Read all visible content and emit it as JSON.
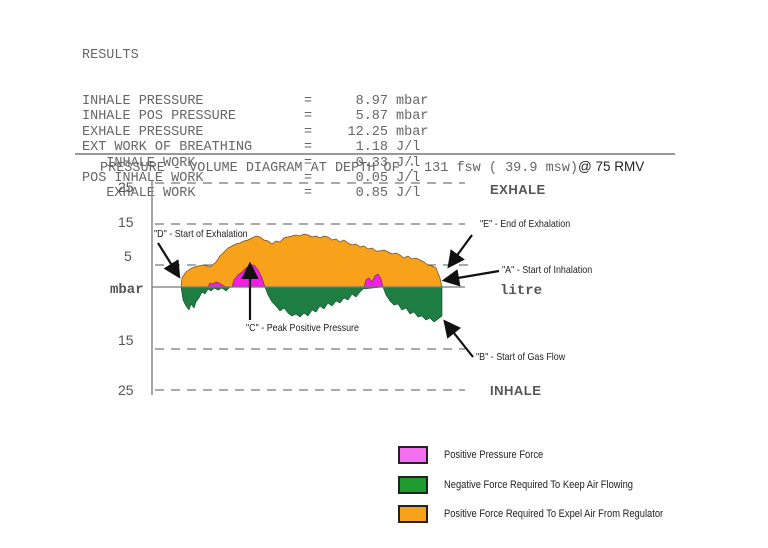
{
  "results": {
    "heading": "RESULTS",
    "rows": [
      {
        "label": "INHALE PRESSURE",
        "eq": "=",
        "value": "8.97",
        "unit": "mbar"
      },
      {
        "label": "INHALE POS PRESSURE",
        "eq": "=",
        "value": "5.87",
        "unit": "mbar"
      },
      {
        "label": "EXHALE PRESSURE",
        "eq": "=",
        "value": "12.25",
        "unit": "mbar"
      },
      {
        "label": "EXT WORK OF BREATHING",
        "eq": "=",
        "value": "1.18",
        "unit": "J/l"
      },
      {
        "label": "   INHALE WORK",
        "eq": "=",
        "value": "0.33",
        "unit": "J/l"
      },
      {
        "label": "POS INHALE WORK",
        "eq": "=",
        "value": "0.05",
        "unit": "J/l"
      },
      {
        "label": "   EXHALE WORK",
        "eq": "=",
        "value": "0.85",
        "unit": "J/l"
      }
    ]
  },
  "chart": {
    "title": "PRESSURE - VOLUME DIAGRAM AT DEPTH OF : 131 fsw ( 39.9 msw)",
    "title_suffix": "@ 75 RMV",
    "y_tick_labels": [
      "25",
      "15",
      "5",
      "mbar",
      "15",
      "25"
    ],
    "x_axis_label": "litre",
    "exhale_label": "EXHALE",
    "inhale_label": "INHALE",
    "annotations": {
      "D": "\"D\" - Start of Exhalation",
      "E": "\"E\" - End of Exhalation",
      "A": "\"A\" - Start of  Inhalation",
      "C": "\"C\" - Peak Positive Pressure",
      "B": "\"B\" - Start of Gas Flow"
    }
  },
  "legend": [
    {
      "label": "Positive Pressure Force",
      "color": "#f46ef0"
    },
    {
      "label": "Negative Force Required To Keep Air Flowing",
      "color": "#1f9a2e"
    },
    {
      "label": "Positive Force Required To Expel Air From Regulator",
      "color": "#f8a21c"
    }
  ],
  "colors": {
    "orange": "#f8a21c",
    "green": "#1e7d43",
    "magenta": "#f21ee6",
    "axis": "#888888"
  },
  "chart_data": {
    "type": "area",
    "title": "PRESSURE - VOLUME DIAGRAM AT DEPTH OF : 131 fsw ( 39.9 msw) @ 75 RMV",
    "xlabel": "litre",
    "ylabel": "mbar",
    "y_ticks_exhale": [
      25,
      15,
      5
    ],
    "y_ticks_inhale": [
      15,
      25
    ],
    "ylim": [
      -25,
      25
    ],
    "series": [
      {
        "name": "Positive Force Required To Expel Air From Regulator (exhale)",
        "peak_mbar": 12.25
      },
      {
        "name": "Negative Force Required To Keep Air Flowing (inhale)",
        "peak_mbar": -8.97
      },
      {
        "name": "Positive Pressure Force (inhale)",
        "peak_mbar": 5.87
      }
    ],
    "annotations": [
      "A - Start of Inhalation",
      "B - Start of Gas Flow",
      "C - Peak Positive Pressure",
      "D - Start of Exhalation",
      "E - End of Exhalation"
    ],
    "grid": "dashed horizontal at 25, 15, 5 (exhale) and 15, 25 (inhale)"
  }
}
